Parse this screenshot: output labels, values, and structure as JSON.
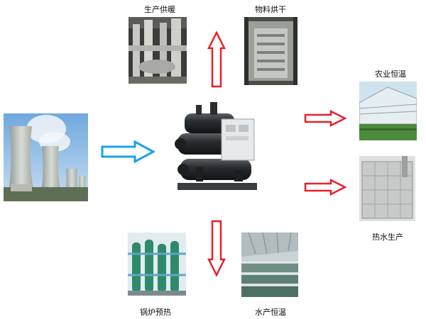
{
  "diagram": {
    "nodes": {
      "heating": {
        "label": "生产供暖",
        "icon": "pipe-room-photo"
      },
      "drying": {
        "label": "物料烘干",
        "icon": "drying-room-photo"
      },
      "agriculture": {
        "label": "农业恒温",
        "icon": "greenhouse-photo"
      },
      "hotwater": {
        "label": "热水生产",
        "icon": "water-tank-photo"
      },
      "boiler": {
        "label": "锅炉预热",
        "icon": "water-treatment-photo"
      },
      "aquaculture": {
        "label": "水产恒温",
        "icon": "fish-pond-photo"
      },
      "source": {
        "icon": "cooling-tower-photo"
      },
      "center": {
        "icon": "heat-pump-unit-photo"
      }
    },
    "colors": {
      "input_arrow": "#1aa3e8",
      "output_arrow": "#e8202a"
    }
  }
}
